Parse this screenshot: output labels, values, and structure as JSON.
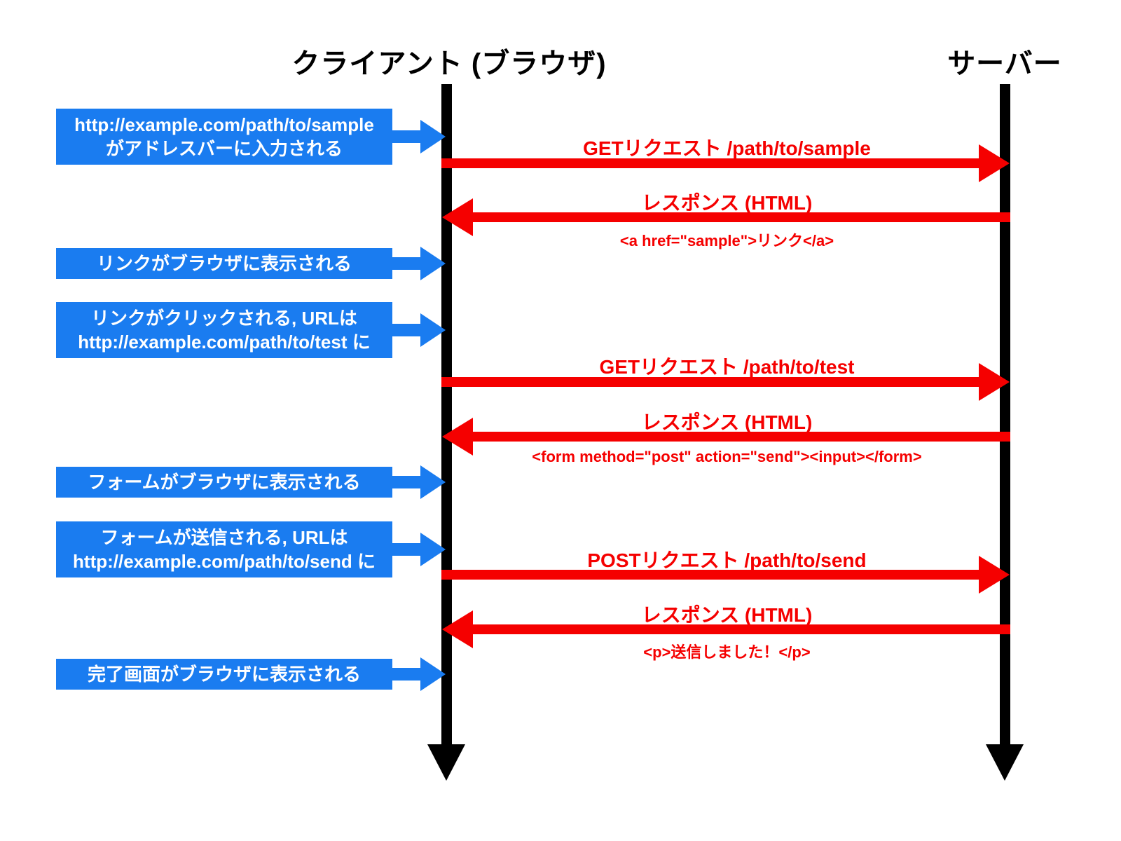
{
  "diagram": {
    "client_title": "クライアント (ブラウザ)",
    "server_title": "サーバー",
    "colors": {
      "blue": "#1a7cf0",
      "red": "#f50000",
      "black": "#000000"
    }
  },
  "client_events": [
    {
      "line1": "http://example.com/path/to/sample",
      "line2": "がアドレスバーに入力される"
    },
    {
      "line1": "リンクがブラウザに表示される",
      "line2": ""
    },
    {
      "line1": "リンクがクリックされる, URLは",
      "line2": "http://example.com/path/to/test に"
    },
    {
      "line1": "フォームがブラウザに表示される",
      "line2": ""
    },
    {
      "line1": "フォームが送信される, URLは",
      "line2": "http://example.com/path/to/send に"
    },
    {
      "line1": "完了画面がブラウザに表示される",
      "line2": ""
    }
  ],
  "messages": [
    {
      "label": "GETリクエスト /path/to/sample",
      "code": "",
      "direction": "to-server"
    },
    {
      "label": "レスポンス (HTML)",
      "code": "<a href=\"sample\">リンク</a>",
      "direction": "to-client"
    },
    {
      "label": "GETリクエスト /path/to/test",
      "code": "",
      "direction": "to-server"
    },
    {
      "label": "レスポンス (HTML)",
      "code": "<form method=\"post\" action=\"send\"><input></form>",
      "direction": "to-client"
    },
    {
      "label": "POSTリクエスト /path/to/send",
      "code": "",
      "direction": "to-server"
    },
    {
      "label": "レスポンス (HTML)",
      "code": "<p>送信しました！</p>",
      "direction": "to-client"
    }
  ]
}
